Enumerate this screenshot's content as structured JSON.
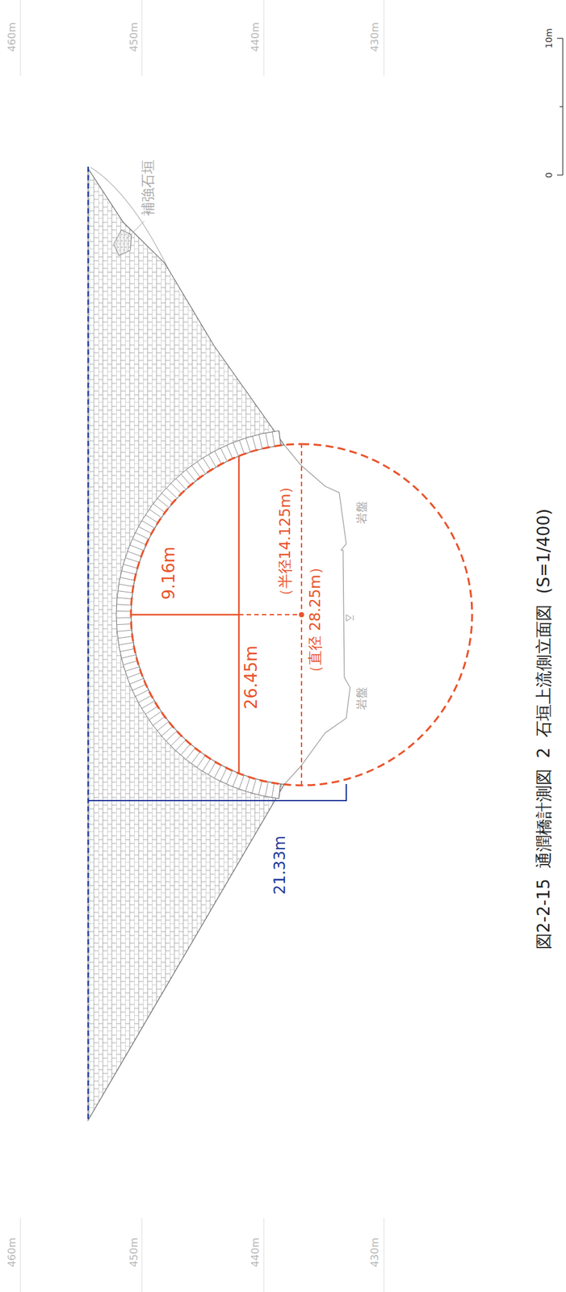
{
  "diagram": {
    "caption": "図2-2-15 通潤橋計測図 2 石垣上流側立面図 (S=1/400)",
    "labels": [
      "460m",
      "450m",
      "440m",
      "430m",
      "補強石垣",
      "9.16m",
      "26.45m",
      "（半径14.125m）",
      "（直径 28.25m）",
      "岩盤",
      "岩盤",
      "21.33m",
      "460m",
      "450m",
      "440m",
      "430m",
      "0",
      "10m"
    ]
  }
}
